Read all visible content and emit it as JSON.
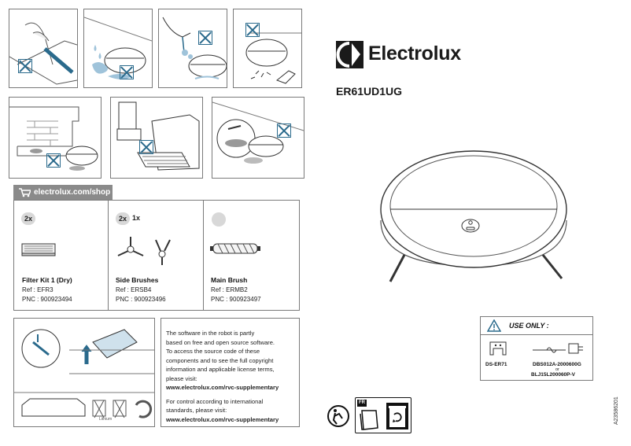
{
  "brand": {
    "name": "Electrolux",
    "model": "ER61UD1UG"
  },
  "shop": {
    "label": "electrolux.com/shop"
  },
  "parts": [
    {
      "qty": "2x",
      "qty2": "",
      "name": "Filter Kit 1 (Dry)",
      "ref": "Ref : EFR3",
      "pnc": "PNC : 900923494"
    },
    {
      "qty": "2x",
      "qty2": "1x",
      "name": "Side Brushes",
      "ref": "Ref : ERSB4",
      "pnc": "PNC : 900923496"
    },
    {
      "qty": "",
      "qty2": "",
      "name": "Main Brush",
      "ref": "Ref : ERMB2",
      "pnc": "PNC : 900923497"
    }
  ],
  "legal": {
    "p1_lines": [
      "The software in the robot is partly",
      "based on free and open source software.",
      "To access the source code of these",
      "components and to see the full copyright",
      "information and applicable license terms,",
      "please visit:"
    ],
    "url1": "www.electrolux.com/rvc-supplementary",
    "p2_lines": [
      "For control according to international",
      "standards, please visit:"
    ],
    "url2": "www.electrolux.com/rvc-supplementary"
  },
  "recycle": {
    "lithium_label": "Lithium"
  },
  "use_only": {
    "title": "USE ONLY :",
    "dock_label": "DS-ER71",
    "adapter_line1": "DBS012A-2000600G",
    "adapter_or": "or",
    "adapter_line2": "BLJ15L200060P-V"
  },
  "footer": {
    "fr_badge": "FR",
    "doc_code": "A23586201"
  },
  "colors": {
    "accent_blue": "#2a6a8c",
    "tab_gray": "#8a8a8a",
    "border": "#7a7a7a"
  }
}
